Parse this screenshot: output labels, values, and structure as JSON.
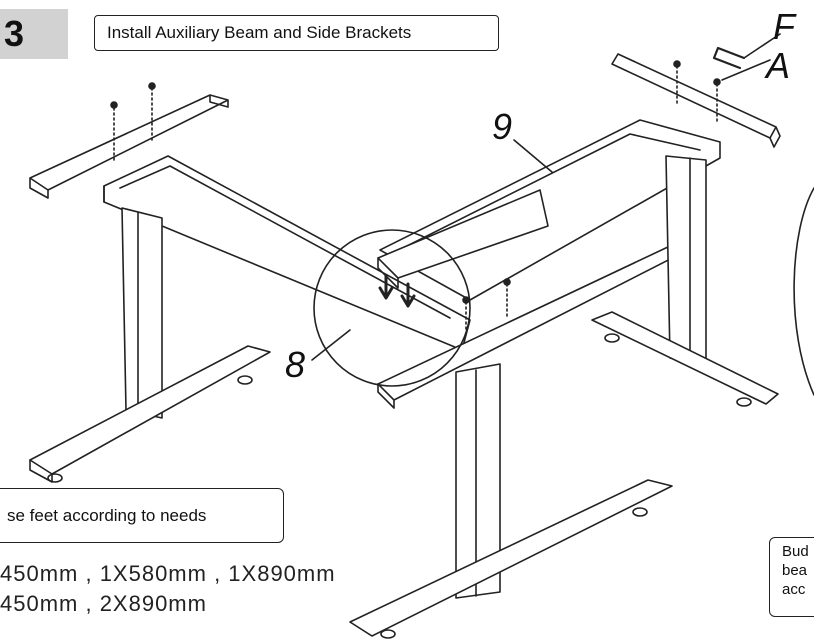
{
  "step": {
    "number": "3"
  },
  "title": "Install Auxiliary Beam and Side Brackets",
  "callouts": {
    "part_9": "9",
    "part_8": "8",
    "tool_F": "F",
    "screw_A": "A"
  },
  "note": "se feet according to needs",
  "dimensions": {
    "line1": "450mm , 1X580mm , 1X890mm",
    "line2": "450mm , 2X890mm"
  },
  "side_note": [
    "Bud",
    "bea",
    "acc"
  ]
}
